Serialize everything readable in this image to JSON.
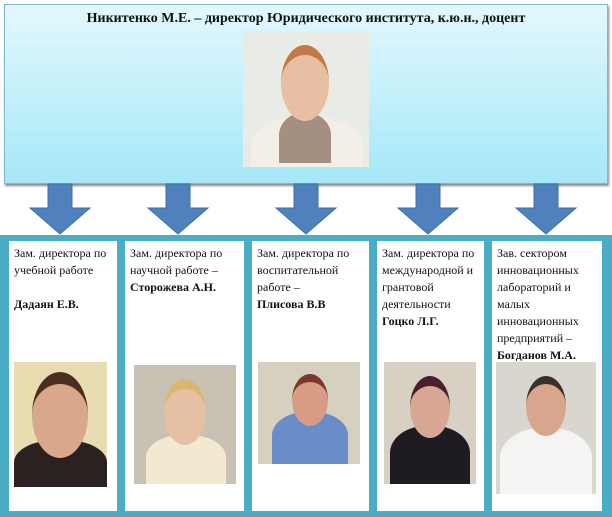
{
  "director": {
    "title": "Никитенко М.Е. – директор Юридического института, к.ю.н., доцент"
  },
  "deputies": [
    {
      "role": "Зам. директора по учебной работе",
      "name": "Дадаян Е.В."
    },
    {
      "role": "Зам. директора по научной работе –",
      "name": "Сторожева А.Н."
    },
    {
      "role": "Зам. директора по воспитательной работе –",
      "name": "Плисова В.В"
    },
    {
      "role": "Зам. директора по международной и грантовой деятельности",
      "name": "Гоцко Л.Г."
    },
    {
      "role": "Зав. сектором инновационных лабораторий и малых инновационных предприятий –",
      "name": "Богданов М.А."
    }
  ],
  "colors": {
    "arrow": "#4f81bd",
    "frame": "#4bacc6"
  }
}
